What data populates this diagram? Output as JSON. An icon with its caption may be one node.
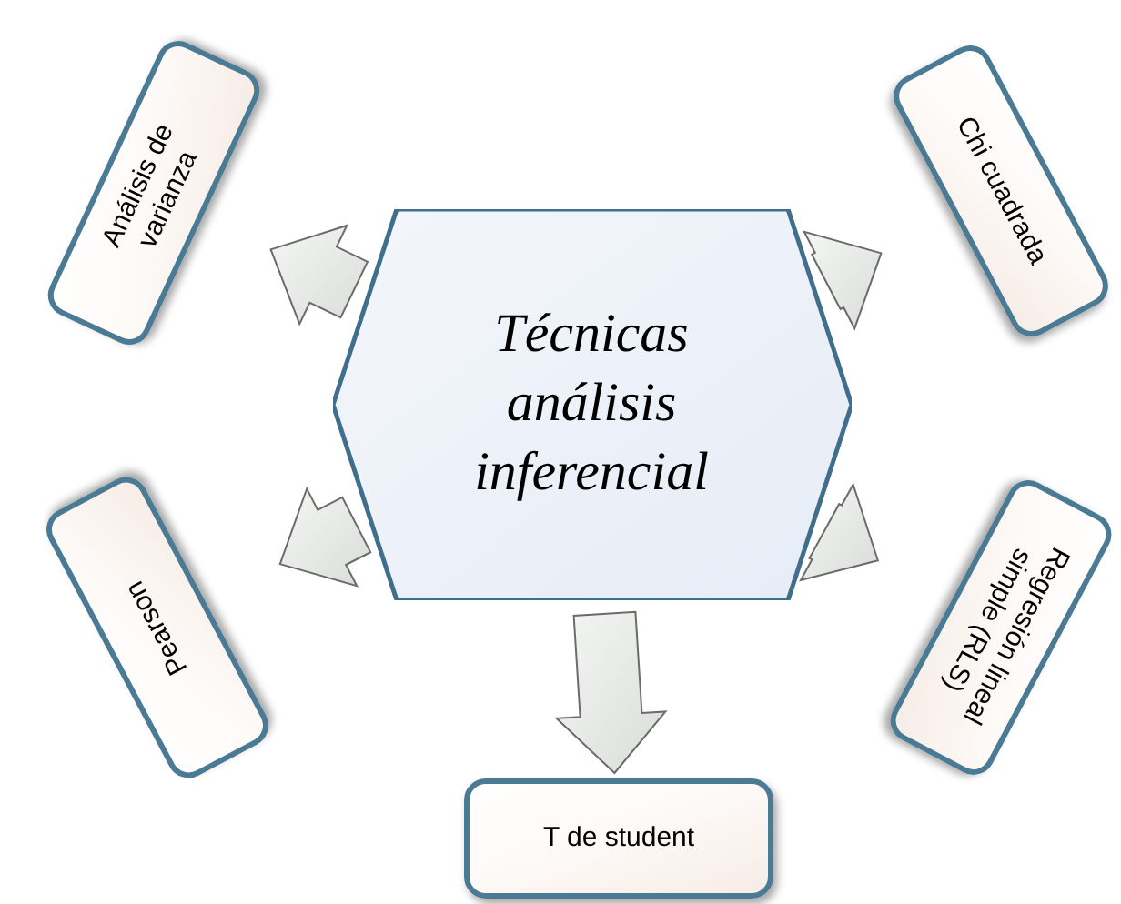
{
  "diagram": {
    "nodes": [
      {
        "text": [
          "Técnicas análisis inferencial"
        ]
      },
      {
        "text": [
          "Análisis de varianza"
        ]
      },
      {
        "text": [
          "Chi cuadrada"
        ]
      },
      {
        "text": [
          "Pearson"
        ]
      },
      {
        "text": [
          "Regresión lineal simple (RLS)"
        ]
      },
      {
        "text": [
          "T de student"
        ]
      }
    ],
    "edges": [
      {
        "from": 0,
        "to": 1,
        "arrow": "to"
      },
      {
        "from": 0,
        "to": 2,
        "arrow": "to"
      },
      {
        "from": 0,
        "to": 3,
        "arrow": "to"
      },
      {
        "from": 0,
        "to": 4,
        "arrow": "to"
      },
      {
        "from": 0,
        "to": 5,
        "arrow": "to"
      }
    ]
  }
}
